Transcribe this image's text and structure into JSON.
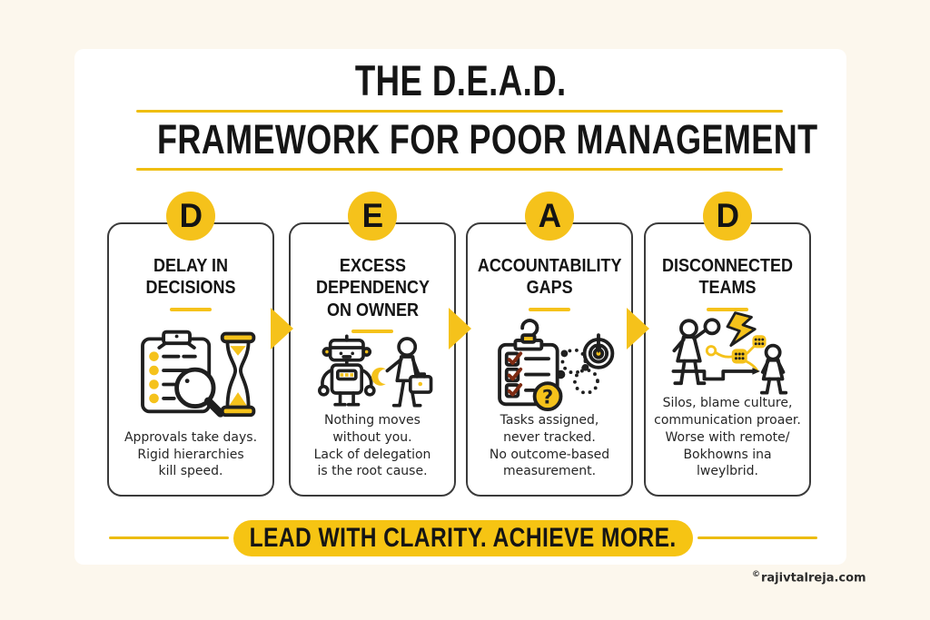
{
  "colors": {
    "background": "#FCF7ED",
    "panel": "#FFFFFF",
    "accent_yellow": "#F5C21B",
    "rule_yellow": "#EFBE11",
    "card_border": "#3B3B3B",
    "text": "#161616",
    "check_red": "#7E2B12"
  },
  "header": {
    "title_line1": "THE D.E.A.D.",
    "title_line2": "FRAMEWORK FOR POOR MANAGEMENT"
  },
  "cards": [
    {
      "letter": "D",
      "title": "DELAY IN\nDECISIONS",
      "icon": "clipboard-magnifier-hourglass-icon",
      "body": "Approvals take days.\nRigid hierarchies\nkill speed."
    },
    {
      "letter": "E",
      "title": "EXCESS\nDEPENDENCY\nON OWNER",
      "icon": "robot-owner-briefcase-icon",
      "body": "Nothing moves\nwithout you.\nLack of delegation\nis the root cause."
    },
    {
      "letter": "A",
      "title": "ACCOUNTABILITY\nGAPS",
      "icon": "checklist-question-target-icon",
      "body": "Tasks assigned,\nnever tracked.\nNo outcome-based\nmeasurement."
    },
    {
      "letter": "D",
      "title": "DISCONNECTED\nTEAMS",
      "icon": "people-conflict-lightning-icon",
      "body": "Silos, blame culture,\ncommunication proaer.\nWorse with remote/\nBokhowns ina lweylbrid."
    }
  ],
  "banner": {
    "label": "LEAD WITH CLARITY. ACHIEVE MORE."
  },
  "footer": {
    "copyright": "©",
    "attribution": "rajivtalreja.com"
  }
}
